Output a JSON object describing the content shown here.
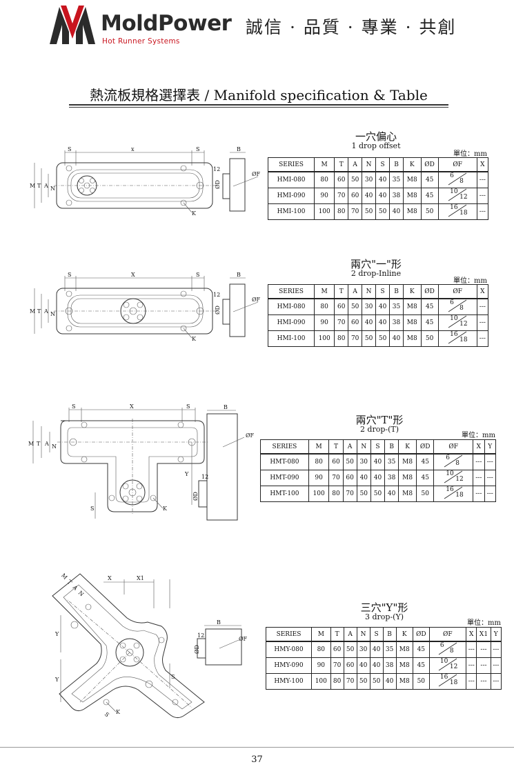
{
  "header": {
    "brand": "MoldPower",
    "brand_sub": "Hot Runner Systems",
    "slogan": "誠信 · 品質 · 專業 · 共創"
  },
  "page_title": "熱流板規格選擇表 / Manifold specification & Table",
  "unit_label": "單位：mm",
  "sections": [
    {
      "title_cn": "一穴偏心",
      "title_en": "1 drop offset",
      "columns": [
        "SERIES",
        "M",
        "T",
        "A",
        "N",
        "S",
        "B",
        "K",
        "ØD",
        "ØF",
        "X"
      ],
      "rows": [
        {
          "series": "HMI-080",
          "m": "80",
          "t": "60",
          "a": "50",
          "n": "30",
          "s": "40",
          "b": "35",
          "k": "M8",
          "d": "45",
          "f_top": "6",
          "f_bot": "8",
          "x": "---"
        },
        {
          "series": "HMI-090",
          "m": "90",
          "t": "70",
          "a": "60",
          "n": "40",
          "s": "40",
          "b": "38",
          "k": "M8",
          "d": "45",
          "f_top": "10",
          "f_bot": "12",
          "x": "---"
        },
        {
          "series": "HMI-100",
          "m": "100",
          "t": "80",
          "a": "70",
          "n": "50",
          "s": "50",
          "b": "40",
          "k": "M8",
          "d": "50",
          "f_top": "16",
          "f_bot": "18",
          "x": "---"
        }
      ]
    },
    {
      "title_cn": "兩穴\"一\"形",
      "title_en": "2 drop-Inline",
      "columns": [
        "SERIES",
        "M",
        "T",
        "A",
        "N",
        "S",
        "B",
        "K",
        "ØD",
        "ØF",
        "X"
      ],
      "rows": [
        {
          "series": "HMI-080",
          "m": "80",
          "t": "60",
          "a": "50",
          "n": "30",
          "s": "40",
          "b": "35",
          "k": "M8",
          "d": "45",
          "f_top": "6",
          "f_bot": "8",
          "x": "---"
        },
        {
          "series": "HMI-090",
          "m": "90",
          "t": "70",
          "a": "60",
          "n": "40",
          "s": "40",
          "b": "38",
          "k": "M8",
          "d": "45",
          "f_top": "10",
          "f_bot": "12",
          "x": "---"
        },
        {
          "series": "HMI-100",
          "m": "100",
          "t": "80",
          "a": "70",
          "n": "50",
          "s": "50",
          "b": "40",
          "k": "M8",
          "d": "50",
          "f_top": "16",
          "f_bot": "18",
          "x": "---"
        }
      ]
    },
    {
      "title_cn": "兩穴\"T\"形",
      "title_en": "2 drop-(T)",
      "columns": [
        "SERIES",
        "M",
        "T",
        "A",
        "N",
        "S",
        "B",
        "K",
        "ØD",
        "ØF",
        "X",
        "Y"
      ],
      "rows": [
        {
          "series": "HMT-080",
          "m": "80",
          "t": "60",
          "a": "50",
          "n": "30",
          "s": "40",
          "b": "35",
          "k": "M8",
          "d": "45",
          "f_top": "6",
          "f_bot": "8",
          "x": "---",
          "y": "---"
        },
        {
          "series": "HMT-090",
          "m": "90",
          "t": "70",
          "a": "60",
          "n": "40",
          "s": "40",
          "b": "38",
          "k": "M8",
          "d": "45",
          "f_top": "10",
          "f_bot": "12",
          "x": "---",
          "y": "---"
        },
        {
          "series": "HMT-100",
          "m": "100",
          "t": "80",
          "a": "70",
          "n": "50",
          "s": "50",
          "b": "40",
          "k": "M8",
          "d": "50",
          "f_top": "16",
          "f_bot": "18",
          "x": "---",
          "y": "---"
        }
      ]
    },
    {
      "title_cn": "三穴\"Y\"形",
      "title_en": "3 drop-(Y)",
      "columns": [
        "SERIES",
        "M",
        "T",
        "A",
        "N",
        "S",
        "B",
        "K",
        "ØD",
        "ØF",
        "X",
        "X1",
        "Y"
      ],
      "rows": [
        {
          "series": "HMY-080",
          "m": "80",
          "t": "60",
          "a": "50",
          "n": "30",
          "s": "40",
          "b": "35",
          "k": "M8",
          "d": "45",
          "f_top": "6",
          "f_bot": "8",
          "x": "---",
          "x1": "---",
          "y": "---"
        },
        {
          "series": "HMY-090",
          "m": "90",
          "t": "70",
          "a": "60",
          "n": "40",
          "s": "40",
          "b": "38",
          "k": "M8",
          "d": "45",
          "f_top": "10",
          "f_bot": "12",
          "x": "---",
          "x1": "---",
          "y": "---"
        },
        {
          "series": "HMY-100",
          "m": "100",
          "t": "80",
          "a": "70",
          "n": "50",
          "s": "50",
          "b": "40",
          "k": "M8",
          "d": "50",
          "f_top": "16",
          "f_bot": "18",
          "x": "---",
          "x1": "---",
          "y": "---"
        }
      ]
    }
  ],
  "drawing_labels": {
    "s": "S",
    "x": "X",
    "x_lower": "x",
    "x1": "X1",
    "y": "Y",
    "b": "B",
    "k": "K",
    "m": "M",
    "t": "T",
    "a": "A",
    "n": "N",
    "d": "ØD",
    "f": "ØF",
    "twelve": "12"
  },
  "page_number": "37",
  "colors": {
    "brand_red": "#c8141e",
    "brand_dark": "#2b2b2b"
  }
}
